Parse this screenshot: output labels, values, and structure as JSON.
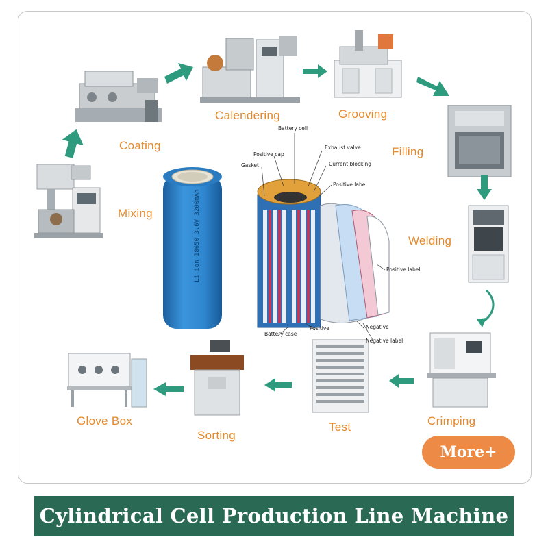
{
  "stages": {
    "mixing": "Mixing",
    "coating": "Coating",
    "calendering": "Calendering",
    "grooving": "Grooving",
    "filling": "Filling",
    "welding": "Welding",
    "crimping": "Crimping",
    "test": "Test",
    "sorting": "Sorting",
    "glove_box": "Glove Box"
  },
  "cell_parts": {
    "battery_cell": "Battery cell",
    "positive_cap": "Positive cap",
    "gasket": "Gasket",
    "exhaust_valve": "Exhaust valve",
    "current_blocking": "Current blocking",
    "positive_label_top": "Positive label",
    "positive_label_side": "Positive label",
    "negative": "Negative",
    "negative_label": "Negative label",
    "positive": "Positive",
    "battery_case": "Battery case"
  },
  "battery_text": "Li-ion 18650 3.6V 3200mAh",
  "more_button": "More+",
  "footer_title": "Cylindrical Cell Production Line Machine",
  "colors": {
    "label_orange": "#e5892b",
    "arrow_teal": "#2e9a7e",
    "button_orange": "#ec8a46",
    "footer_green": "#2a6a55",
    "battery_blue": "#2f86cf"
  }
}
